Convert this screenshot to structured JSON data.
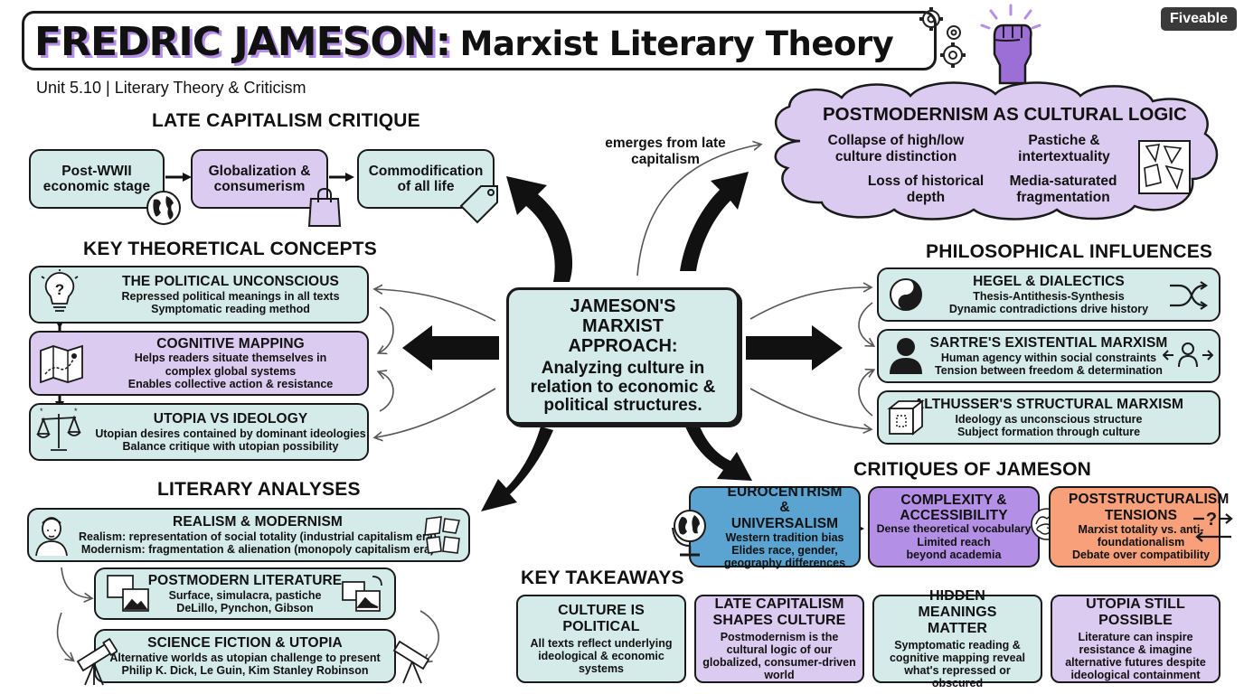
{
  "header": {
    "title_name": "FREDRIC JAMESON:",
    "title_rest": "Marxist Literary Theory",
    "subtitle": "Unit 5.10 | Literary Theory & Criticism",
    "logo": "Fiveable",
    "icons": [
      "gears-icon",
      "raised-fist-icon"
    ]
  },
  "center": {
    "title": "JAMESON'S MARXIST APPROACH:",
    "text": "Analyzing culture in relation to economic & political structures."
  },
  "late_capitalism": {
    "heading": "LATE CAPITALISM CRITIQUE",
    "steps": [
      {
        "label": "Post-WWII economic stage",
        "icon": "globe-icon"
      },
      {
        "label": "Globalization & consumerism",
        "icon": "shopping-bag-icon"
      },
      {
        "label": "Commodification of all life",
        "icon": "price-tag-icon"
      }
    ]
  },
  "key_concepts": {
    "heading": "KEY THEORETICAL CONCEPTS",
    "items": [
      {
        "title": "THE POLITICAL UNCONSCIOUS",
        "lines": [
          "Repressed political meanings in all texts",
          "Symptomatic reading method"
        ],
        "icon": "lightbulb-question-icon"
      },
      {
        "title": "COGNITIVE MAPPING",
        "lines": [
          "Helps readers situate themselves in complex global systems",
          "Enables collective action & resistance"
        ],
        "icon": "map-icon"
      },
      {
        "title": "UTOPIA VS IDEOLOGY",
        "lines": [
          "Utopian desires contained by dominant ideologies",
          "Balance critique with utopian possibility"
        ],
        "icon": "scales-icon"
      }
    ]
  },
  "literary_analyses": {
    "heading": "LITERARY ANALYSES",
    "items": [
      {
        "title": "REALISM & MODERNISM",
        "lines": [
          "Realism: representation of social totality (industrial capitalism era)",
          "Modernism: fragmentation & alienation (monopoly capitalism era)"
        ],
        "icon": "portrait-icon"
      },
      {
        "title": "POSTMODERN LITERATURE",
        "lines": [
          "Surface, simulacra, pastiche",
          "DeLillo, Pynchon, Gibson"
        ],
        "icon": "images-icon"
      },
      {
        "title": "SCIENCE FICTION & UTOPIA",
        "lines": [
          "Alternative worlds as utopian challenge to present",
          "Philip K. Dick, Le Guin, Kim Stanley Robinson"
        ],
        "icon": "telescope-icon"
      }
    ]
  },
  "postmodernism": {
    "arrow_label": "emerges from late capitalism",
    "heading": "POSTMODERNISM AS CULTURAL LOGIC",
    "points": [
      "Collapse of high/low culture distinction",
      "Pastiche & intertextuality",
      "Loss of historical depth",
      "Media-saturated fragmentation"
    ],
    "icon": "shattered-glass-icon"
  },
  "philosophical": {
    "heading": "PHILOSOPHICAL INFLUENCES",
    "items": [
      {
        "title": "HEGEL & DIALECTICS",
        "lines": [
          "Thesis-Antithesis-Synthesis",
          "Dynamic contradictions drive history"
        ],
        "icon": "yin-yang-icon"
      },
      {
        "title": "SARTRE'S EXISTENTIAL MARXISM",
        "lines": [
          "Human agency within social constraints",
          "Tension between freedom & determination"
        ],
        "icon": "person-silhouette-icon"
      },
      {
        "title": "ALTHUSSER'S STRUCTURAL MARXISM",
        "lines": [
          "Ideology as unconscious structure",
          "Subject formation through culture"
        ],
        "icon": "cube-icon"
      }
    ]
  },
  "critiques": {
    "heading": "CRITIQUES OF JAMESON",
    "items": [
      {
        "title": "EUROCENTRISM & UNIVERSALISM",
        "lines": [
          "Western tradition bias",
          "Elides race, gender, geography differences"
        ],
        "color": "#5ba3d0"
      },
      {
        "title": "COMPLEXITY & ACCESSIBILITY",
        "lines": [
          "Dense theoretical vocabulary",
          "Limited reach beyond academia"
        ],
        "color": "#b48fe6"
      },
      {
        "title": "POSTSTRUCTURALISM TENSIONS",
        "lines": [
          "Marxist totality vs. anti-foundationalism",
          "Debate over compatibility"
        ],
        "color": "#f7a07a"
      }
    ]
  },
  "takeaways": {
    "heading": "KEY TAKEAWAYS",
    "items": [
      {
        "title": "CULTURE IS POLITICAL",
        "text": "All texts reflect underlying ideological & economic systems"
      },
      {
        "title": "LATE CAPITALISM SHAPES CULTURE",
        "text": "Postmodernism is the cultural logic of our globalized, consumer-driven world"
      },
      {
        "title": "HIDDEN MEANINGS MATTER",
        "text": "Symptomatic reading & cognitive mapping reveal what's repressed or obscured"
      },
      {
        "title": "UTOPIA STILL POSSIBLE",
        "text": "Literature can inspire resistance & imagine alternative futures despite ideological containment"
      }
    ]
  }
}
